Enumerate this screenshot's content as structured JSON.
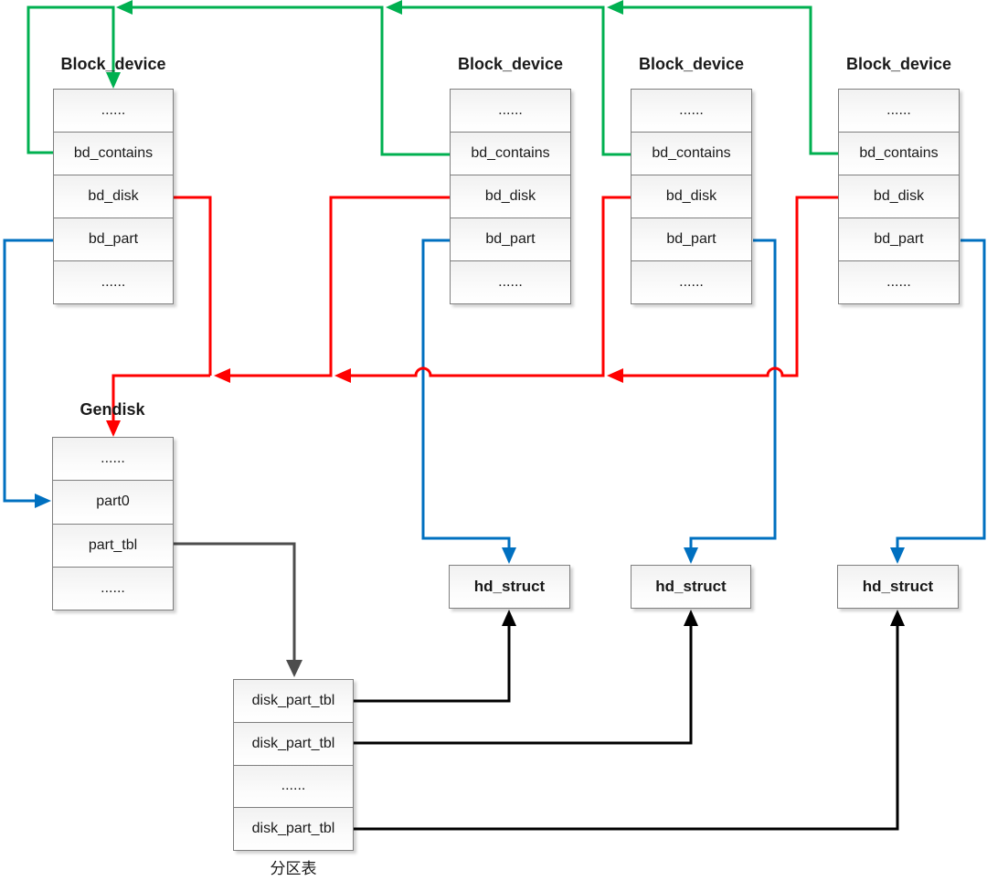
{
  "diagram": {
    "colors": {
      "green": "#00B050",
      "red": "#FF0000",
      "blue": "#0070C0",
      "gray": "#4D4D4D",
      "black": "#000000"
    },
    "block_devices": [
      {
        "title": "Block_device",
        "rows": [
          "......",
          "bd_contains",
          "bd_disk",
          "bd_part",
          "......"
        ]
      },
      {
        "title": "Block_device",
        "rows": [
          "......",
          "bd_contains",
          "bd_disk",
          "bd_part",
          "......"
        ]
      },
      {
        "title": "Block_device",
        "rows": [
          "......",
          "bd_contains",
          "bd_disk",
          "bd_part",
          "......"
        ]
      },
      {
        "title": "Block_device",
        "rows": [
          "......",
          "bd_contains",
          "bd_disk",
          "bd_part",
          "......"
        ]
      }
    ],
    "gendisk": {
      "title": "Gendisk",
      "rows": [
        "......",
        "part0",
        "part_tbl",
        "......"
      ]
    },
    "hd_structs": [
      {
        "label": "hd_struct"
      },
      {
        "label": "hd_struct"
      },
      {
        "label": "hd_struct"
      }
    ],
    "partition_table": {
      "rows": [
        "disk_part_tbl",
        "disk_part_tbl",
        "......",
        "disk_part_tbl"
      ],
      "caption": "分区表"
    }
  }
}
